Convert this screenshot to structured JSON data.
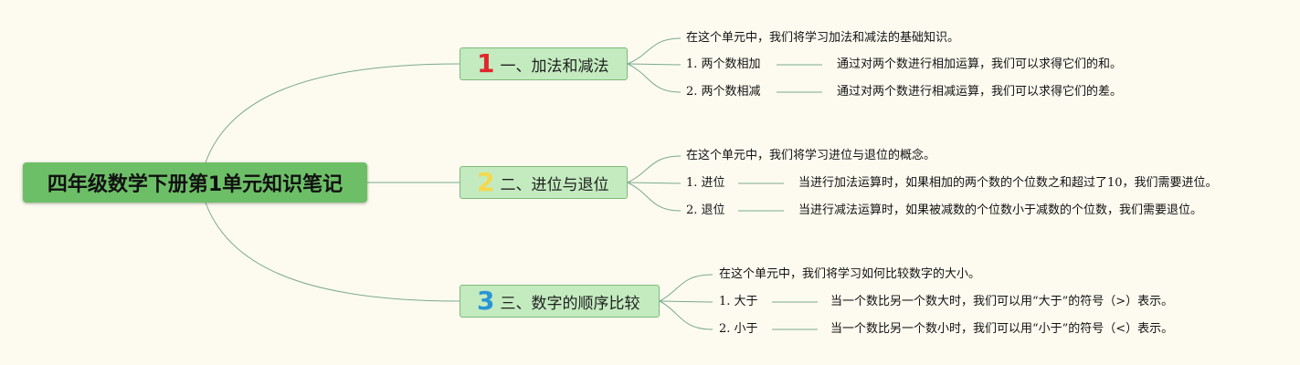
{
  "root": {
    "title": "四年级数学下册第1单元知识笔记"
  },
  "branches": [
    {
      "number": "1",
      "number_color": "#e0262d",
      "label": "一、加法和减法",
      "intro": "在这个单元中，我们将学习加法和减法的基础知识。",
      "items": [
        {
          "term": "1. 两个数相加",
          "desc": "通过对两个数进行相加运算，我们可以求得它们的和。"
        },
        {
          "term": "2. 两个数相减",
          "desc": "通过对两个数进行相减运算，我们可以求得它们的差。"
        }
      ]
    },
    {
      "number": "2",
      "number_color": "#f5d84c",
      "label": "二、进位与退位",
      "intro": "在这个单元中，我们将学习进位与退位的概念。",
      "items": [
        {
          "term": "1. 进位",
          "desc": "当进行加法运算时，如果相加的两个数的个位数之和超过了10，我们需要进位。"
        },
        {
          "term": "2. 退位",
          "desc": "当进行减法运算时，如果被减数的个位数小于减数的个位数，我们需要退位。"
        }
      ]
    },
    {
      "number": "3",
      "number_color": "#2a94d6",
      "label": "三、数字的顺序比较",
      "intro": "在这个单元中，我们将学习如何比较数字的大小。",
      "items": [
        {
          "term": "1. 大于",
          "desc": "当一个数比另一个数大时，我们可以用“大于”的符号（>）表示。"
        },
        {
          "term": "2. 小于",
          "desc": "当一个数比另一个数小时，我们可以用“小于”的符号（<）表示。"
        }
      ]
    }
  ],
  "colors": {
    "line": "#7aa98e",
    "root_fill": "#6dbf67",
    "branch_fill": "#c3ebbf"
  }
}
